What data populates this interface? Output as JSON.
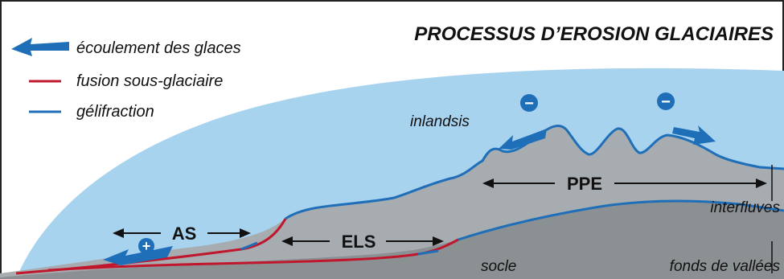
{
  "title": "PROCESSUS D’EROSION GLACIAIRES",
  "legend": [
    {
      "label": "écoulement des glaces",
      "symbol": "flow-arrow-icon",
      "color": "#1f6fb8"
    },
    {
      "label": "fusion sous-glaciaire",
      "symbol": "red-line",
      "color": "#c0172d"
    },
    {
      "label": "gélifraction",
      "symbol": "blue-line",
      "color": "#1f6fb8"
    }
  ],
  "labels": {
    "ice_sheet": "inlandsis",
    "zone_as": "AS",
    "zone_els": "ELS",
    "zone_ppe": "PPE",
    "interfluves": "interfluves",
    "bedrock": "socle",
    "valley_floors": "fonds de vallées"
  },
  "symbols": {
    "plus": "+",
    "minus": "−"
  },
  "colors": {
    "ice": "#a8d3ef",
    "rock": "#a7acb0",
    "deep_rock": "#8b9093",
    "flow": "#1f6fb8",
    "melt": "#c0172d",
    "frame": "#222222"
  }
}
